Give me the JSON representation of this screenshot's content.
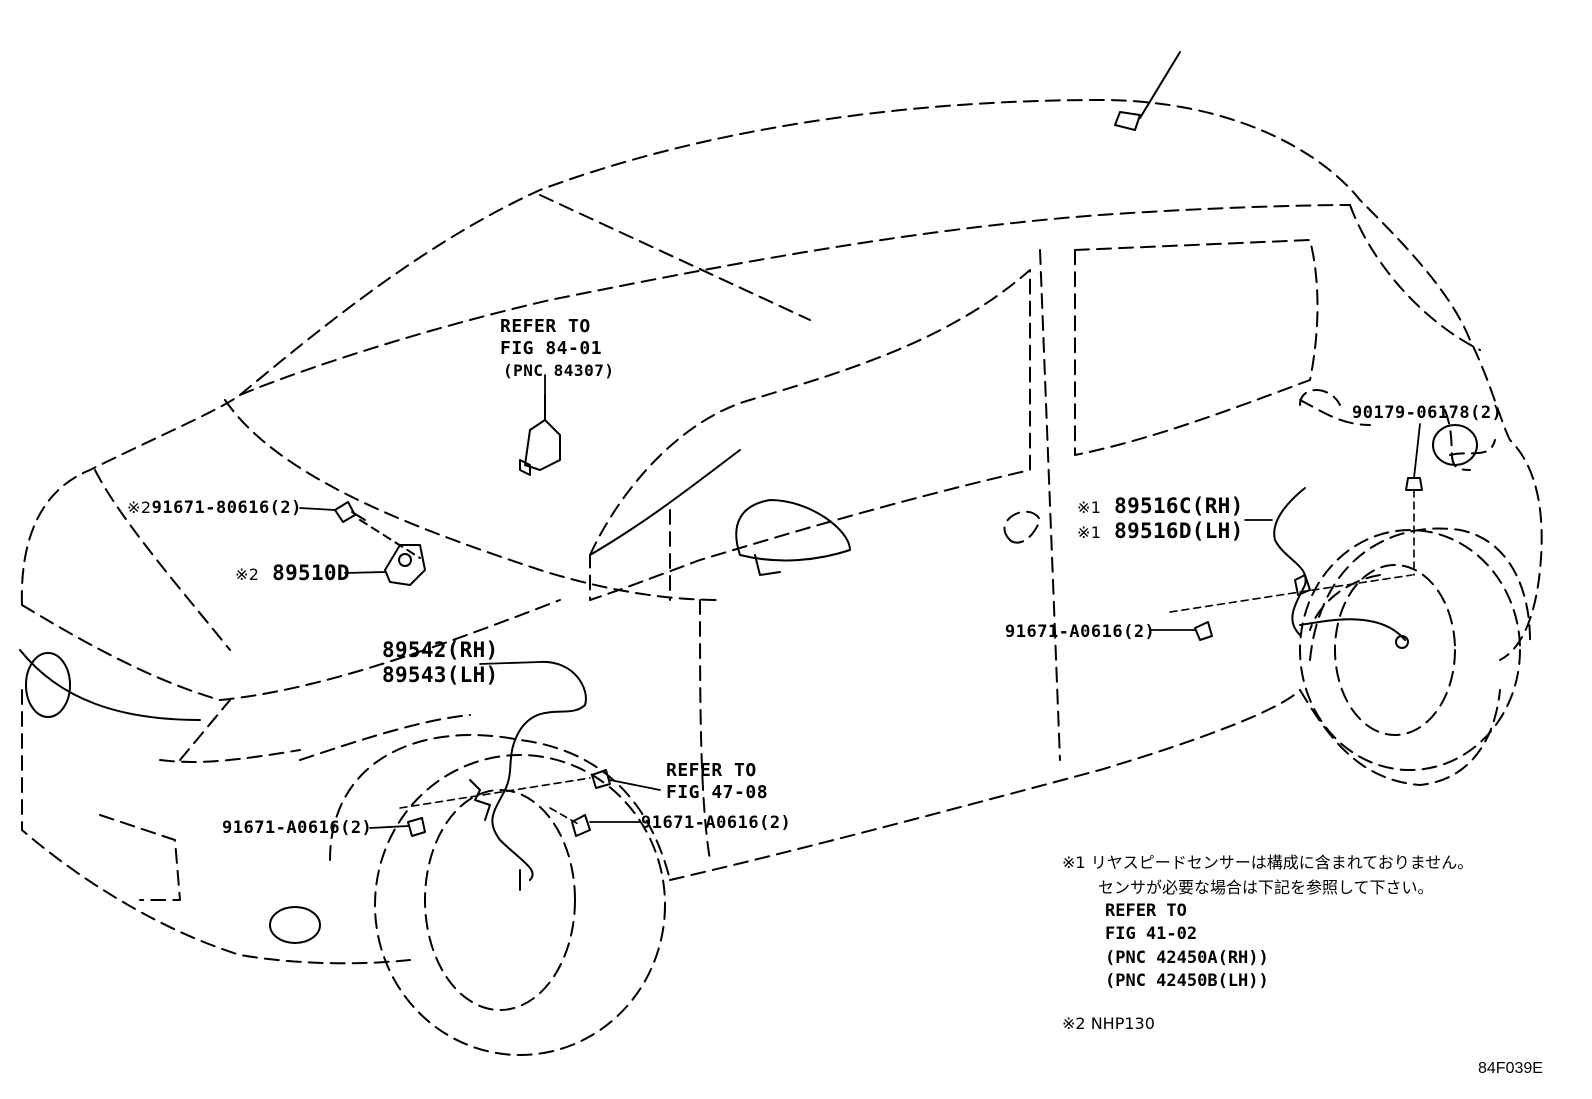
{
  "labels": {
    "refer_8401_line1": "REFER TO",
    "refer_8401_line2": "FIG 84-01",
    "refer_8401_line3": "(PNC 84307)",
    "bolt_front_upper_mark": "※2",
    "bolt_front_upper": "91671-80616(2)",
    "sensor_89510_mark": "※2",
    "sensor_89510": "89510D",
    "sensor_front_rh": "89542(RH)",
    "sensor_front_lh": "89543(LH)",
    "refer_4708_line1": "REFER TO",
    "refer_4708_line2": "FIG 47-08",
    "bolt_front_left": "91671-A0616(2)",
    "bolt_front_right": "91671-A0616(2)",
    "clip_rear": "90179-06178(2)",
    "sensor_rear_rh_mark": "※1",
    "sensor_rear_rh": "89516C(RH)",
    "sensor_rear_lh_mark": "※1",
    "sensor_rear_lh": "89516D(LH)",
    "bolt_rear": "91671-A0616(2)"
  },
  "notes": {
    "note1_mark": "※1",
    "note1_line1": "リヤスピードセンサーは構成に含まれておりません。",
    "note1_line2": "センサが必要な場合は下記を参照して下さい。",
    "note1_refer": "REFER TO",
    "note1_fig": "FIG 41-02",
    "note1_pnc_rh": "(PNC 42450A(RH))",
    "note1_pnc_lh": "(PNC 42450B(LH))",
    "note2_mark": "※2",
    "note2_text": "NHP130"
  },
  "sheet_id": "84F039E",
  "colors": {
    "ink": "#000000",
    "paper": "#ffffff"
  }
}
